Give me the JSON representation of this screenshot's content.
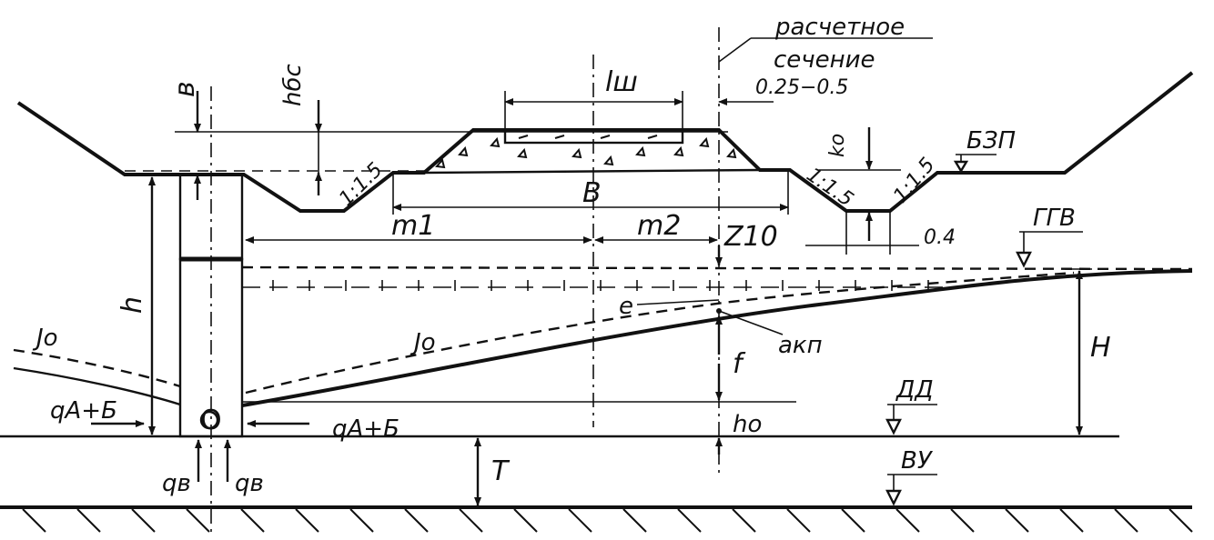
{
  "labels": {
    "calc_section_line1": "расчетное",
    "calc_section_line2": "сечение",
    "l_sh": "lш",
    "b_small": "в",
    "h_bs": "hбс",
    "distance_range": "0.25−0.5",
    "k_o": "ko",
    "bzp": "БЗП",
    "slope_left": "1:1.5",
    "slope_right_1": "1:1.5",
    "slope_right_2": "1:1.5",
    "B": "B",
    "m1": "m1",
    "m2": "m2",
    "z10": "Z10",
    "ggv": "ГГВ",
    "dim_04": "0.4",
    "h_left": "h",
    "e": "e",
    "a_kp": "aкп",
    "J_o_left": "Jo",
    "J_o_mid": "Jo",
    "f": "f",
    "H": "H",
    "DD": "ДД",
    "q_ab_left": "qA+Б",
    "q_ab_right": "qA+Б",
    "O": "O",
    "h_o": "ho",
    "T": "T",
    "VU": "ВУ",
    "q_v_left": "qв",
    "q_v_right": "qв"
  }
}
